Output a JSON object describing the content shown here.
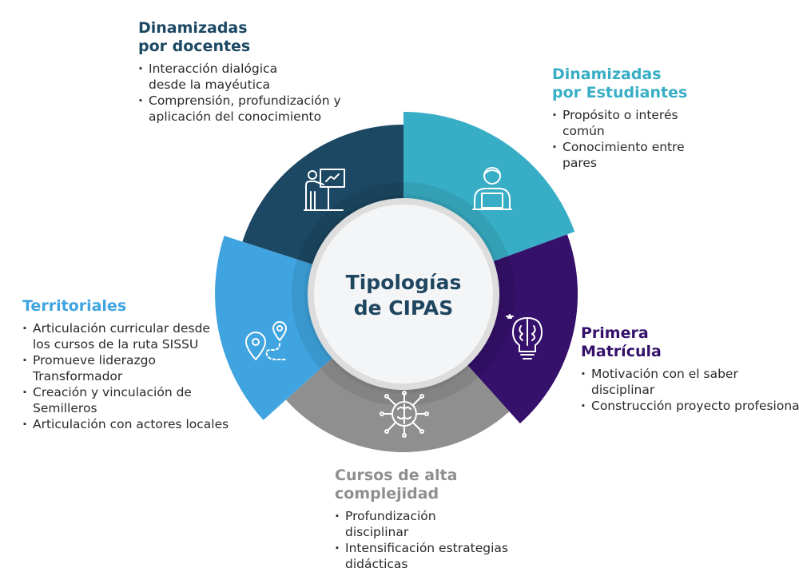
{
  "center": {
    "line1": "Tipologías",
    "line2": "de CIPAS"
  },
  "colors": {
    "docentes": "#1c4863",
    "estudiantes": "#38aec6",
    "primera": "#35116b",
    "cursos": "#8f8f8f",
    "territoriales": "#3fa4e0",
    "center_text": "#1f4660"
  },
  "segments": [
    {
      "key": "docentes",
      "icon": "teacher-presentation-icon",
      "title": [
        "Dinamizadas",
        "por docentes"
      ],
      "items": [
        "Interacción dialógica desde la mayéutica",
        "Comprensión, profundización y aplicación del conocimiento"
      ]
    },
    {
      "key": "estudiantes",
      "icon": "student-laptop-icon",
      "title": [
        "Dinamizadas",
        "por Estudiantes"
      ],
      "items": [
        "Propósito o interés común",
        "Conocimiento entre pares"
      ]
    },
    {
      "key": "primera",
      "icon": "brain-bulb-icon",
      "title": [
        "Primera",
        "Matrícula"
      ],
      "items": [
        "Motivación con el saber disciplinar",
        "Construcción proyecto profesional"
      ]
    },
    {
      "key": "cursos",
      "icon": "brain-network-icon",
      "title": [
        "Cursos de alta",
        "complejidad"
      ],
      "items": [
        "Profundización disciplinar",
        "Intensificación estrategias didácticas"
      ]
    },
    {
      "key": "territoriales",
      "icon": "map-route-icon",
      "title": [
        "Territoriales"
      ],
      "items": [
        "Articulación curricular desde los cursos de la ruta SISSU",
        "Promueve liderazgo Transformador",
        "Creación y vinculación de Semilleros",
        "Articulación con actores locales"
      ]
    }
  ]
}
